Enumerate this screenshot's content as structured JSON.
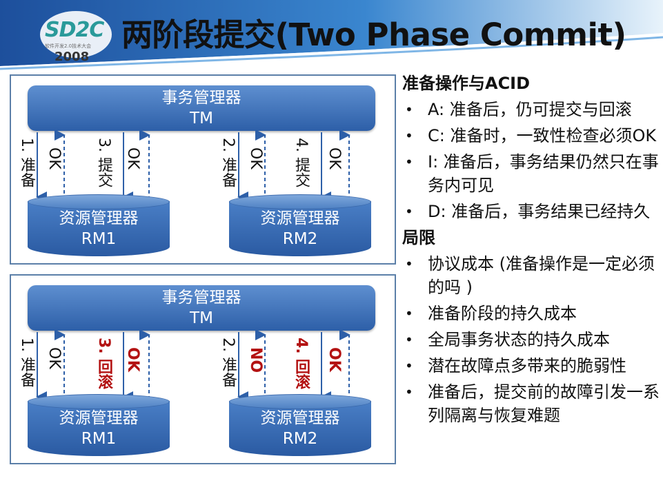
{
  "header": {
    "title": "两阶段提交(Two Phase Commit)",
    "logo_text": "SD2C",
    "logo_sub": "软件开发2.0技术大会",
    "logo_year": "2008"
  },
  "diagram_top": {
    "tm_line1": "事务管理器",
    "tm_line2": "TM",
    "rm1_line1": "资源管理器",
    "rm1_line2": "RM1",
    "rm2_line1": "资源管理器",
    "rm2_line2": "RM2",
    "labels": [
      "1. 准备",
      "OK",
      "3. 提交",
      "OK",
      "2. 准备",
      "OK",
      "4. 提交",
      "OK"
    ]
  },
  "diagram_bottom": {
    "tm_line1": "事务管理器",
    "tm_line2": "TM",
    "rm1_line1": "资源管理器",
    "rm1_line2": "RM1",
    "rm2_line1": "资源管理器",
    "rm2_line2": "RM2",
    "labels": [
      "1. 准备",
      "OK",
      "3. 回滚",
      "OK",
      "2. 准备",
      "NO",
      "4. 回滚",
      "OK"
    ]
  },
  "right": {
    "section1_title": "准备操作与ACID",
    "section1_items": [
      "A: 准备后，仍可提交与回滚",
      "C: 准备时，一致性检查必须OK",
      "I: 准备后，事务结果仍然只在事务内可见",
      "D: 准备后，事务结果已经持久"
    ],
    "section2_title": "局限",
    "section2_items": [
      "协议成本 (准备操作是一定必须的吗 )",
      "准备阶段的持久成本",
      "全局事务状态的持久成本",
      "潜在故障点多带来的脆弱性",
      "准备后，提交前的故障引发一系列隔离与恢复难题"
    ]
  },
  "colors": {
    "box_blue": "#2d5fa8",
    "panel_border": "#5b7fa8",
    "red_label": "#b31212",
    "header_blue": "#1f5fa8"
  }
}
